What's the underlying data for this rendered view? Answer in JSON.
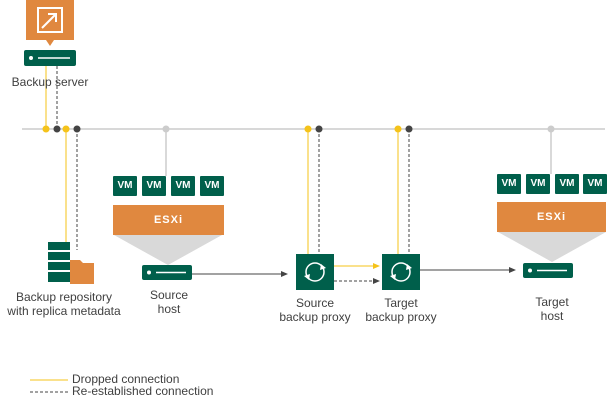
{
  "nodes": {
    "backup_server": {
      "label": "Backup server"
    },
    "backup_repository": {
      "label_line1": "Backup repository",
      "label_line2": "with replica metadata"
    },
    "source_host": {
      "label_line1": "Source",
      "label_line2": "host",
      "esxi_label": "ESXi",
      "vms": [
        "VM",
        "VM",
        "VM",
        "VM"
      ]
    },
    "source_proxy": {
      "label_line1": "Source",
      "label_line2": "backup proxy"
    },
    "target_proxy": {
      "label_line1": "Target",
      "label_line2": "backup proxy"
    },
    "target_host": {
      "label_line1": "Target",
      "label_line2": "host",
      "esxi_label": "ESXi",
      "vms": [
        "VM",
        "VM",
        "VM",
        "VM"
      ]
    }
  },
  "legend": {
    "dropped": "Dropped connection",
    "reestablished": "Re-established connection"
  },
  "colors": {
    "orange": "#e0883f",
    "green": "#005f4b",
    "dropped_line": "#f5c31a",
    "reestablished_line": "#444444",
    "network_line": "#cccccc"
  }
}
